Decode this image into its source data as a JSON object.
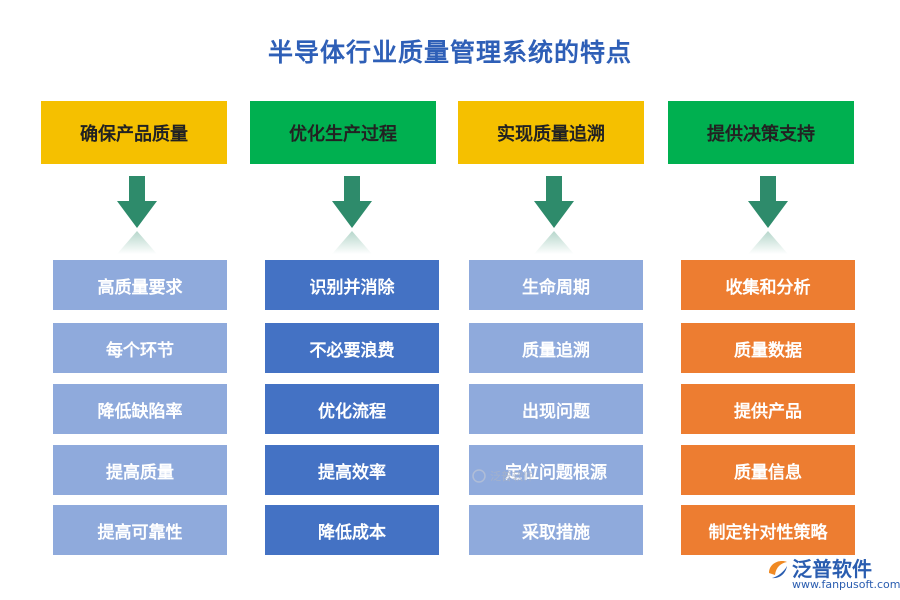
{
  "title": "半导体行业质量管理系统的特点",
  "columns": [
    {
      "header": "确保产品质量",
      "header_color": "#f5c000",
      "cell_color": "#8faadc",
      "items": [
        "高质量要求",
        "每个环节",
        "降低缺陷率",
        "提高质量",
        "提高可靠性"
      ]
    },
    {
      "header": "优化生产过程",
      "header_color": "#00b050",
      "cell_color": "#4472c4",
      "items": [
        "识别并消除",
        "不必要浪费",
        "优化流程",
        "提高效率",
        "降低成本"
      ]
    },
    {
      "header": "实现质量追溯",
      "header_color": "#f5c000",
      "cell_color": "#8faadc",
      "items": [
        "生命周期",
        "质量追溯",
        "出现问题",
        "定位问题根源",
        "采取措施"
      ]
    },
    {
      "header": "提供决策支持",
      "header_color": "#00b050",
      "cell_color": "#ed7d31",
      "items": [
        "收集和分析",
        "质量数据",
        "提供产品",
        "质量信息",
        "制定针对性策略"
      ]
    }
  ],
  "arrow_color": "#2e8b6b",
  "watermark": "泛普软件",
  "brand": {
    "name": "泛普软件",
    "url": "www.fanpusoft.com",
    "logo_icon": "fanpu-logo-icon"
  }
}
